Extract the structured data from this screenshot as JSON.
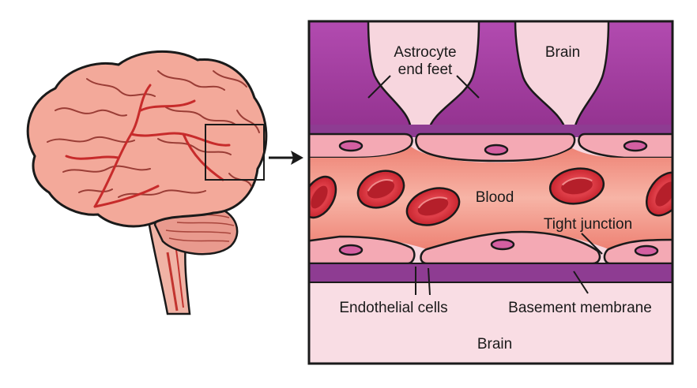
{
  "labels": {
    "astrocyte_line1": "Astrocyte",
    "astrocyte_line2": "end feet",
    "brain_top": "Brain",
    "blood": "Blood",
    "tight_junction": "Tight junction",
    "endothelial_cells": "Endothelial cells",
    "basement_membrane": "Basement membrane",
    "brain_bottom": "Brain"
  },
  "colors": {
    "brain_tissue": "#f7d6de",
    "astrocyte": "#a33fa0",
    "basement_membrane": "#8e3c92",
    "endothelial": "#f4a9b4",
    "lumen": "#f28a7d",
    "red_blood_cell": "#d9303a",
    "brain_organ": "#f3a99a",
    "outline": "#1a1a1a"
  }
}
